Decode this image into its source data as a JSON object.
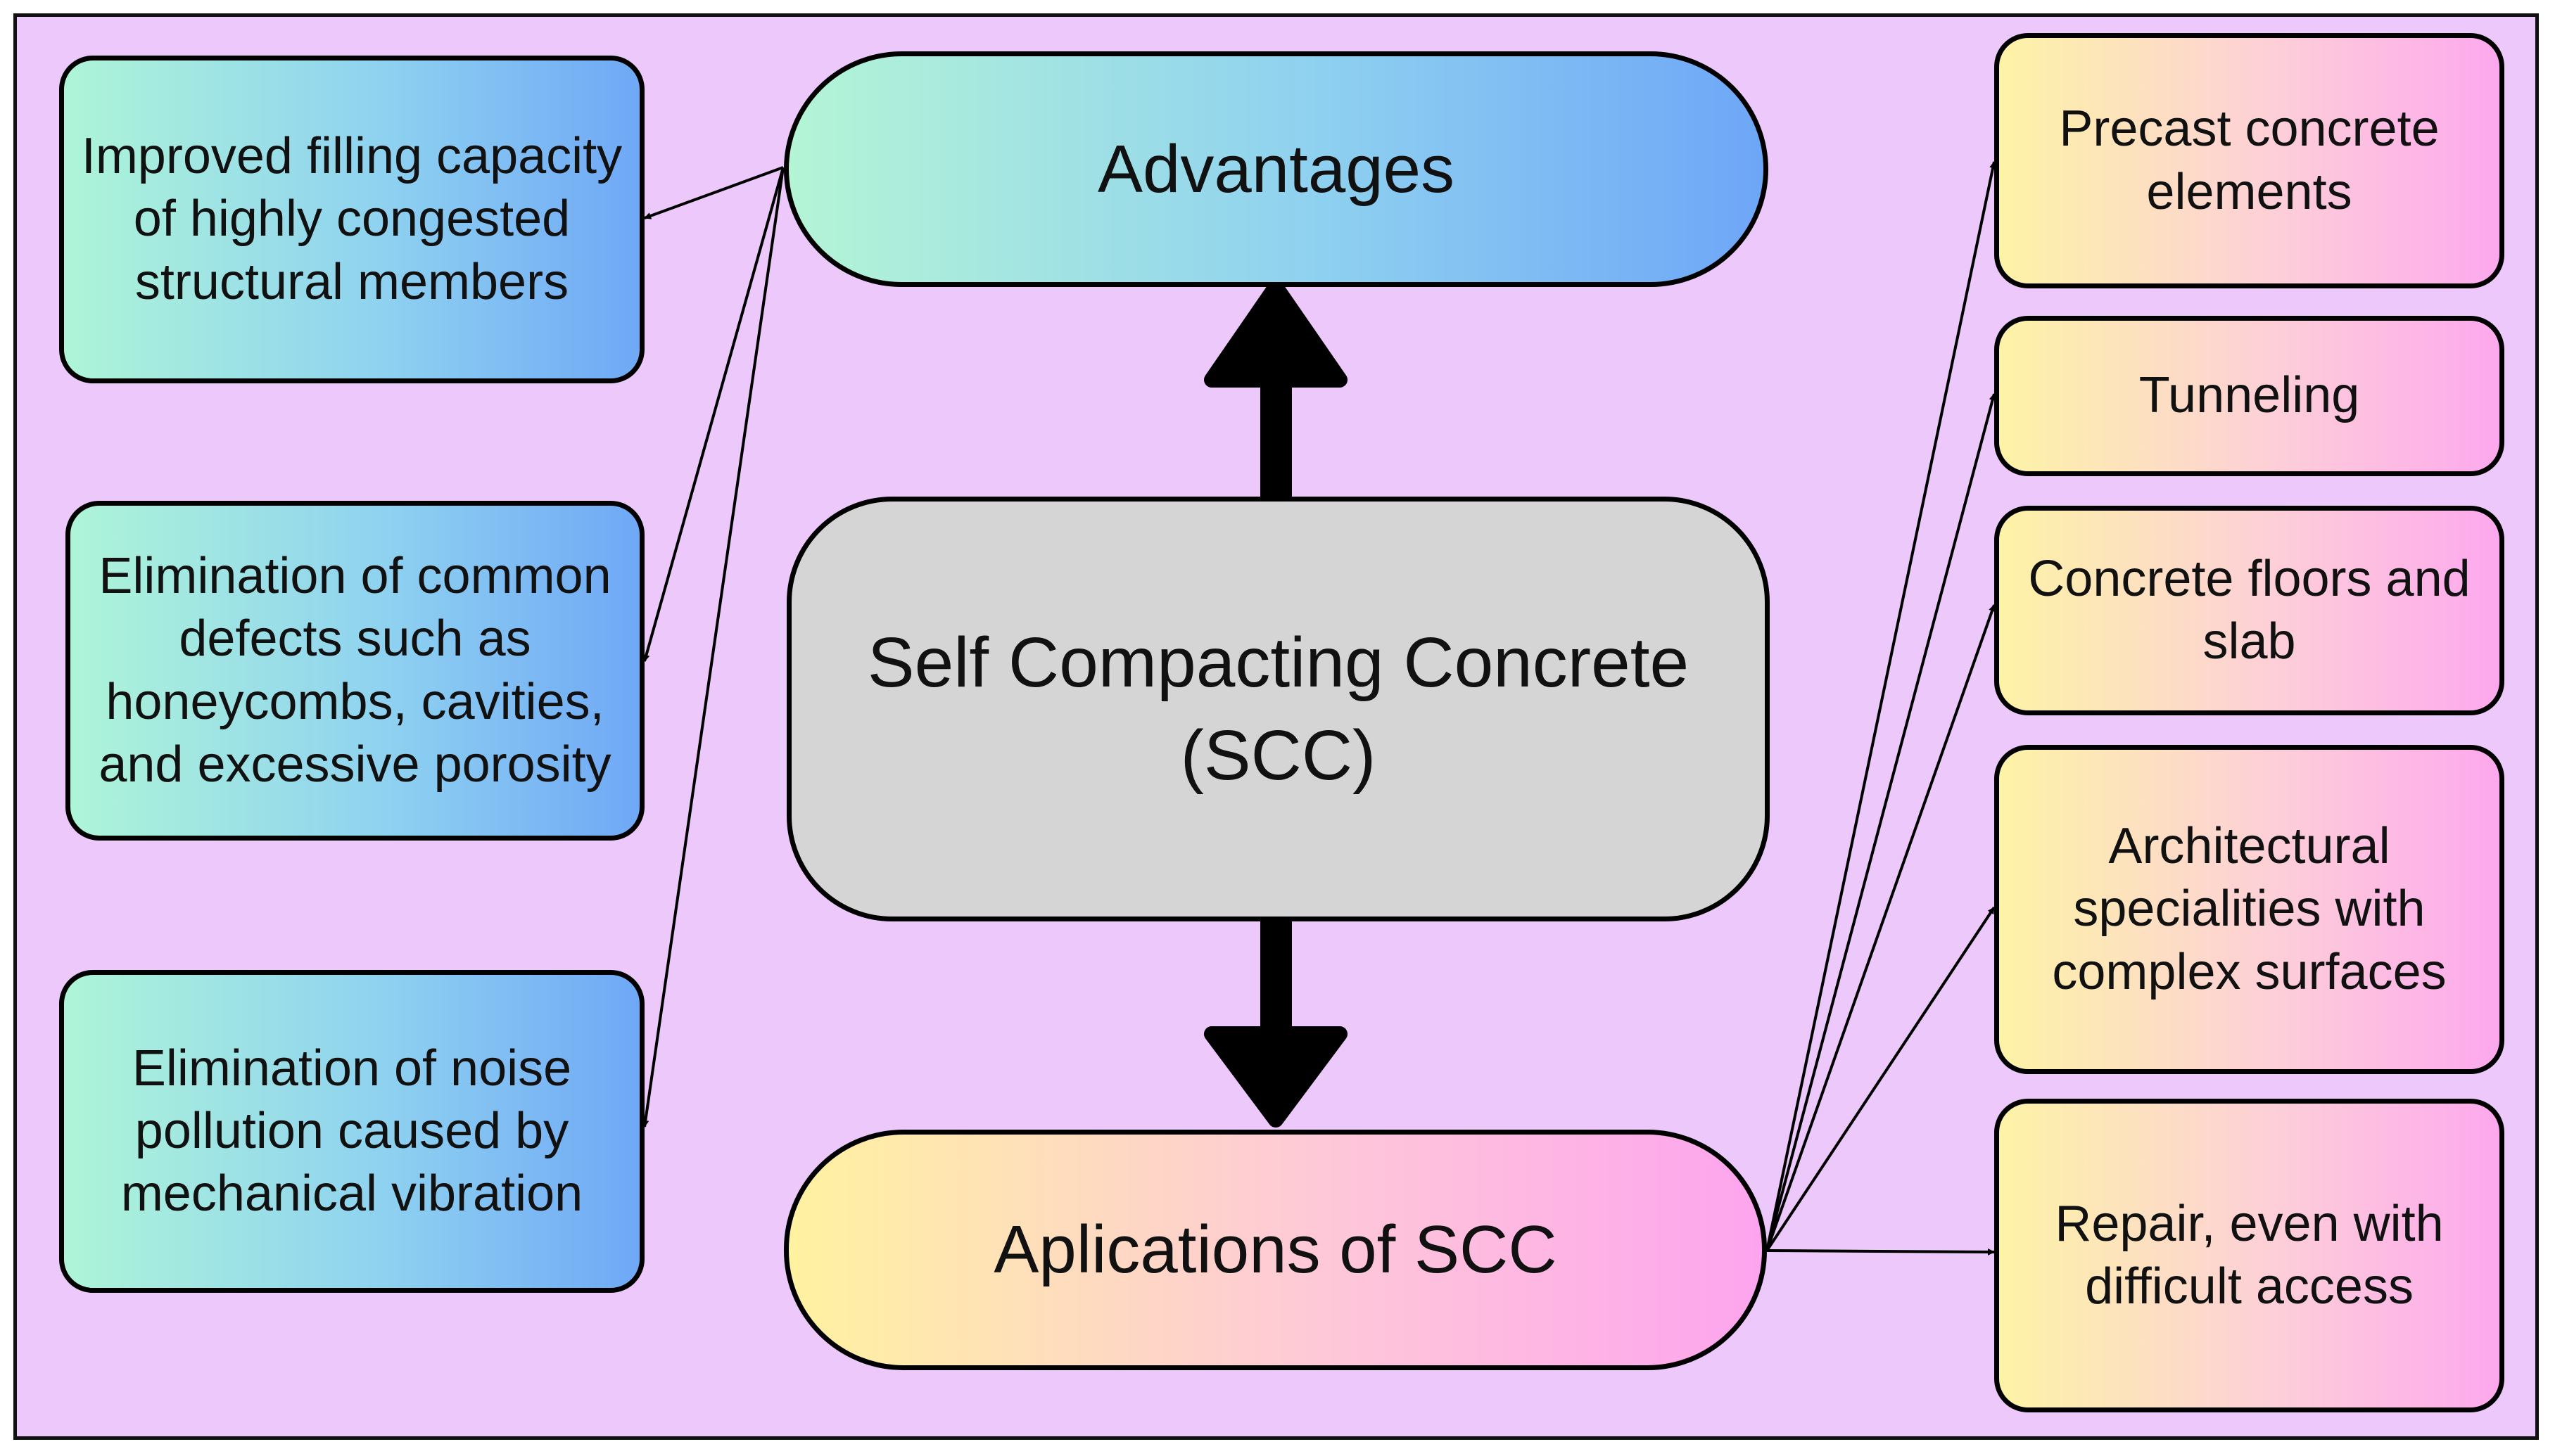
{
  "center": {
    "label": "Self Compacting Concrete\n(SCC)"
  },
  "advantages": {
    "label": "Advantages",
    "items": [
      {
        "label": "Improved filling capacity of highly congested structural members"
      },
      {
        "label": "Elimination of common defects such as honeycombs, cavities, and excessive porosity"
      },
      {
        "label": "Elimination of noise pollution caused by mechanical vibration"
      }
    ]
  },
  "applications": {
    "label": "Aplications of SCC",
    "items": [
      {
        "label": "Precast concrete elements"
      },
      {
        "label": "Tunneling"
      },
      {
        "label": "Concrete floors and slab"
      },
      {
        "label": "Architectural specialities with complex surfaces"
      },
      {
        "label": "Repair, even with difficult access"
      }
    ]
  },
  "colors": {
    "background": "#ecc8fb",
    "center_fill": "#d5d5d5",
    "advantages_gradient": [
      "#aef5d8",
      "#6fa8f6"
    ],
    "applications_gradient": [
      "#fdf3a6",
      "#fda8ee"
    ],
    "stroke": "#000000"
  }
}
